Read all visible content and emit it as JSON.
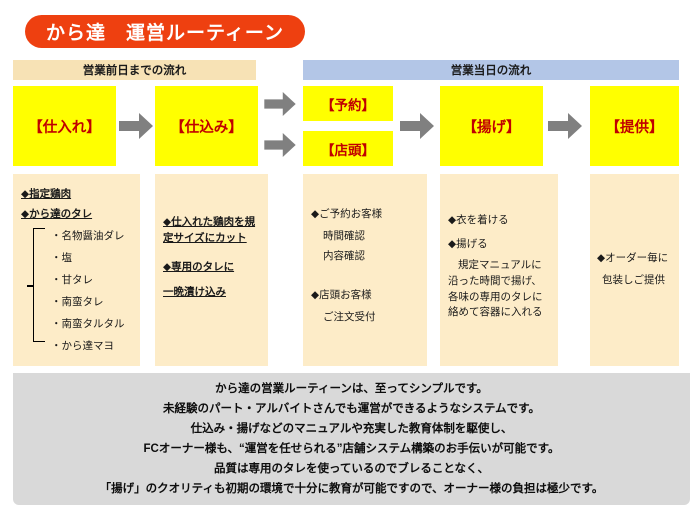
{
  "title": {
    "text": "から達　運営ルーティーン"
  },
  "sections": [
    {
      "id": "left",
      "label": "営業前日までの流れ",
      "color": "#f7e2b5"
    },
    {
      "id": "right",
      "label": "営業当日の流れ",
      "color": "#b3c6e7"
    }
  ],
  "process_boxes": [
    {
      "id": "shiire",
      "label": "【仕入れ】"
    },
    {
      "id": "shikomi",
      "label": "【仕込み】"
    },
    {
      "id": "yoyaku",
      "label": "【予約】"
    },
    {
      "id": "tento",
      "label": "【店頭】"
    },
    {
      "id": "age",
      "label": "【揚げ】"
    },
    {
      "id": "teikyo",
      "label": "【提供】"
    }
  ],
  "panel1": {
    "heading1": "◆指定鶏肉",
    "heading2": "◆から達のタレ",
    "sauces": [
      "・名物醤油ダレ",
      "・塩",
      "・甘タレ",
      "・南蛮タレ",
      "・南蛮タルタル",
      "・から達マヨ"
    ]
  },
  "panel2": {
    "heading1": "◆仕入れた鶏肉を規定サイズにカット",
    "heading2": "◆専用のタレに",
    "heading3": "一晩漬け込み"
  },
  "panel3": {
    "heading1": "◆ご予約お客様",
    "item1": "時間確認",
    "item2": "内容確認",
    "heading2": "◆店頭お客様",
    "item3": "ご注文受付"
  },
  "panel4": {
    "heading1": "◆衣を着ける",
    "heading2": "◆揚げる",
    "body": "規定マニュアルに沿った時間で揚げ、各味の専用のタレに絡めて容器に入れる"
  },
  "panel5": {
    "line1": "◆オーダー毎に",
    "line2": "包装しご提供"
  },
  "summary": {
    "lines": [
      "から達の営業ルーティーンは、至ってシンプルです。",
      "未経験のパート・アルバイトさんでも運営ができるようなシステムです。",
      "仕込み・揚げなどのマニュアルや充実した教育体制を駆使し、",
      "FCオーナー様も、“運営を任せられる”店舗システム構築のお手伝いが可能です。",
      "品質は専用のタレを使っているのでブレることなく、",
      "「揚げ」のクオリティも初期の環境で十分に教育が可能ですので、オーナー様の負担は極少です。"
    ]
  },
  "colors": {
    "title_banner": "#ee4010",
    "process_box": "#ffff00",
    "process_text": "#c00000",
    "panel": "#fdecc8",
    "summary_band": "#d9d9d9",
    "arrow": "#808080"
  }
}
